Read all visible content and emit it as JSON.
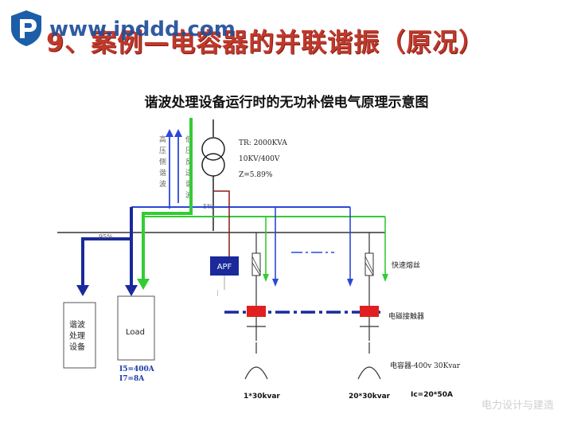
{
  "header": {
    "watermark_url": "www.ipddd.com",
    "slide_title": "9、案例—电容器的并联谐振（原况）"
  },
  "diagram": {
    "title": "谐波处理设备运行时的无功补偿电气原理示意图",
    "transformer": {
      "line1": "TR: 2000KVA",
      "line2": "10KV/400V",
      "line3": "Z=5.89%"
    },
    "high_side_label": [
      "高",
      "压",
      "侧",
      "谐",
      "波"
    ],
    "low_side_label": [
      "低",
      "压",
      "反",
      "送",
      "谐",
      "波"
    ],
    "pct_5": "5%",
    "pct_95": "95%",
    "harmonic_device": [
      "谐波",
      "处理",
      "设备"
    ],
    "load": "Load",
    "load_i5": "I5=400A",
    "load_i7": "I7=8A",
    "apf": "APF",
    "fuse_label": "快速熔丝",
    "contactor_label": "电磁接触器",
    "capacitor_label": "电容器-400v 30Kvar",
    "cap1_label": "1*30kvar",
    "cap2_label": "20*30kvar",
    "ic_label": "Ic=20*50A"
  },
  "footer": {
    "watermark": "电力设计与建造"
  },
  "colors": {
    "title_red": "#c0392b",
    "green": "#33cc33",
    "navy": "#1a2a9a",
    "blue": "#2a48d8",
    "dark_red": "#8b1a1a",
    "contactor": "#e02020"
  }
}
